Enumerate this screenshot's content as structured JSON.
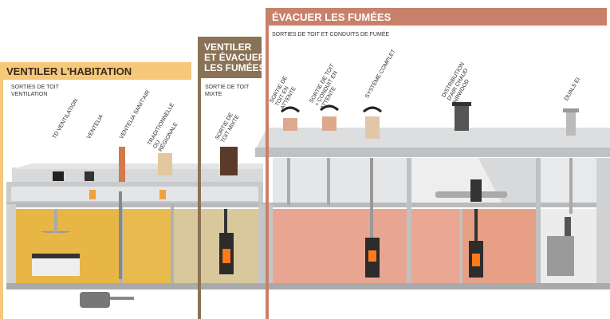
{
  "sections": {
    "ventiler": {
      "title": "VENTILER L'HABITATION",
      "subtitle_line1": "SORTIES DE TOIT",
      "subtitle_line2": "VENTILATION"
    },
    "mixte": {
      "title_line1": "VENTILER",
      "title_line2": "ET ÉVACUER",
      "title_line3": "LES FUMÉES",
      "subtitle_line1": "SORTIE DE TOIT",
      "subtitle_line2": "MIXTE"
    },
    "evacuer": {
      "title": "ÉVACUER LES FUMÉES",
      "subtitle": "SORTIES DE TOIT ET CONDUITS DE FUMÉE"
    }
  },
  "product_labels": {
    "td_ventilation": "TD VENTILATION",
    "ventelia": "VENTELIA",
    "ventelia_sanitair": "VENTELIA SANIT'AIR",
    "traditionnelle": "TRADITIONNELLE OU RÉGIONALE",
    "sortie_mixte": "SORTIE DE TOIT MIXTE",
    "sortie_attente": "SORTIE DE TOIT EN ATTENTE",
    "sortie_conduit": "SORTIE DE TOIT + CONDUIT EN ATTENTE",
    "systeme_complet": "SYSTÈME COMPLET",
    "distribution_airwood": "DISTRIBUTION D'AIR CHAUD AIRWOOD",
    "duals_ei": "DUALS EI"
  },
  "colors": {
    "ventiler_accent": "#f6c87a",
    "mixte_accent": "#8a7256",
    "evacuer_accent": "#c9806a",
    "room_warm": "#e8b84a",
    "room_mixte": "#d8c79a",
    "room_pink": "#e9a993",
    "wall_grey": "#c7c9cb",
    "stove_dark": "#2c2c2c",
    "fire": "#ff7a1a",
    "chimney_terracotta": "#dda98c"
  }
}
